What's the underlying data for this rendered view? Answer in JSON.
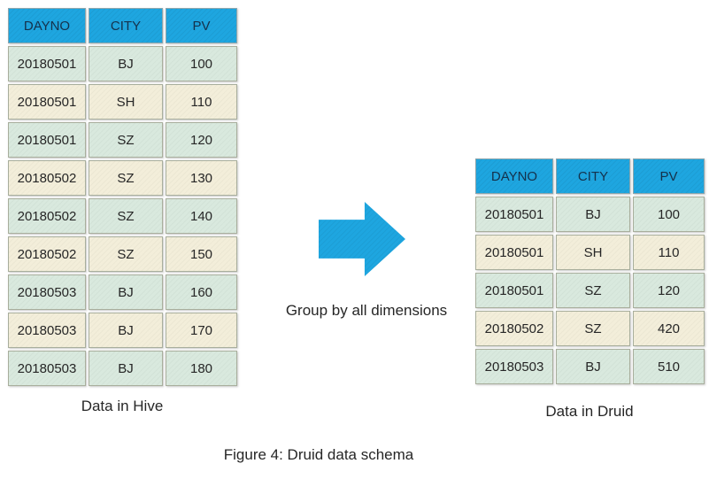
{
  "figure_caption": "Figure 4: Druid data schema",
  "arrow_label": "Group by all dimensions",
  "colors": {
    "header_bg": "#1ea6e0",
    "row_green": "#d9e9de",
    "row_cream": "#f3eeda",
    "cell_border": "#a8ae9c",
    "arrow_blue": "#1ea6e0"
  },
  "hive_table": {
    "caption": "Data in Hive",
    "columns": [
      "DAYNO",
      "CITY",
      "PV"
    ],
    "rows": [
      [
        "20180501",
        "BJ",
        "100"
      ],
      [
        "20180501",
        "SH",
        "110"
      ],
      [
        "20180501",
        "SZ",
        "120"
      ],
      [
        "20180502",
        "SZ",
        "130"
      ],
      [
        "20180502",
        "SZ",
        "140"
      ],
      [
        "20180502",
        "SZ",
        "150"
      ],
      [
        "20180503",
        "BJ",
        "160"
      ],
      [
        "20180503",
        "BJ",
        "170"
      ],
      [
        "20180503",
        "BJ",
        "180"
      ]
    ]
  },
  "druid_table": {
    "caption": "Data in Druid",
    "columns": [
      "DAYNO",
      "CITY",
      "PV"
    ],
    "rows": [
      [
        "20180501",
        "BJ",
        "100"
      ],
      [
        "20180501",
        "SH",
        "110"
      ],
      [
        "20180501",
        "SZ",
        "120"
      ],
      [
        "20180502",
        "SZ",
        "420"
      ],
      [
        "20180503",
        "BJ",
        "510"
      ]
    ]
  }
}
